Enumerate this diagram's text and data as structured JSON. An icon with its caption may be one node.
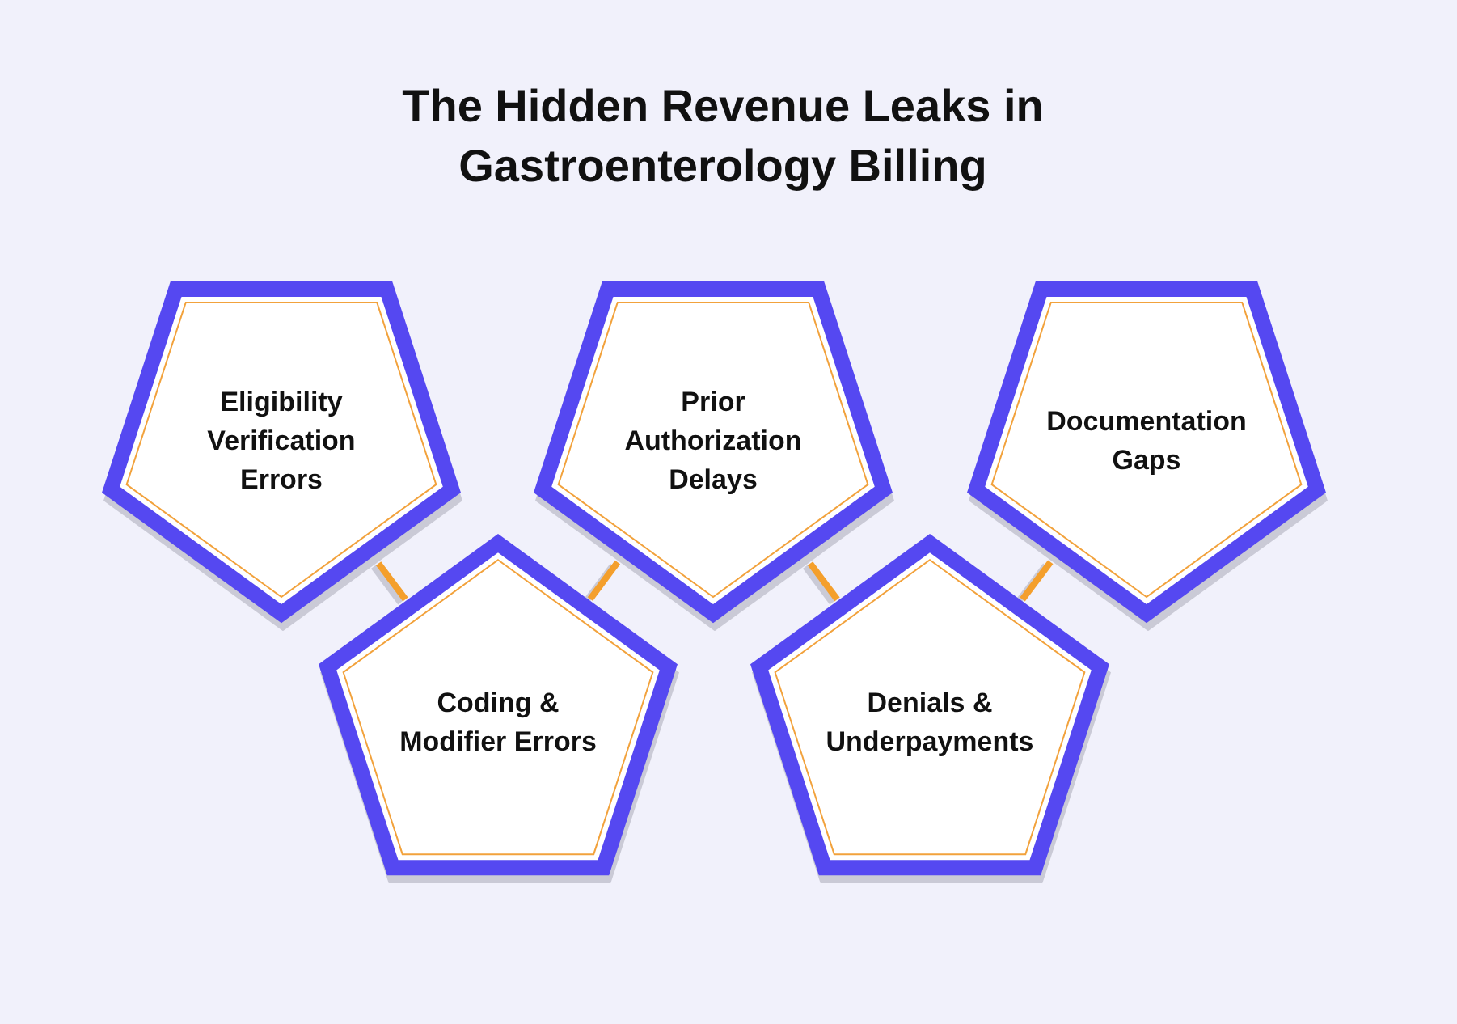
{
  "diagram": {
    "title": "The Hidden Revenue Leaks in Gastroenterology Billing",
    "nodes": [
      {
        "text": [
          "Eligibility Verification Errors"
        ]
      },
      {
        "text": [
          "Coding & Modifier Errors"
        ]
      },
      {
        "text": [
          "Prior Authorization Delays"
        ]
      },
      {
        "text": [
          "Denials & Underpayments"
        ]
      },
      {
        "text": [
          "Documentation Gaps"
        ]
      }
    ],
    "edges": [
      {
        "from": 0,
        "to": 1,
        "arrow": "none"
      },
      {
        "from": 1,
        "to": 2,
        "arrow": "none"
      },
      {
        "from": 2,
        "to": 3,
        "arrow": "none"
      },
      {
        "from": 3,
        "to": 4,
        "arrow": "none"
      }
    ]
  }
}
